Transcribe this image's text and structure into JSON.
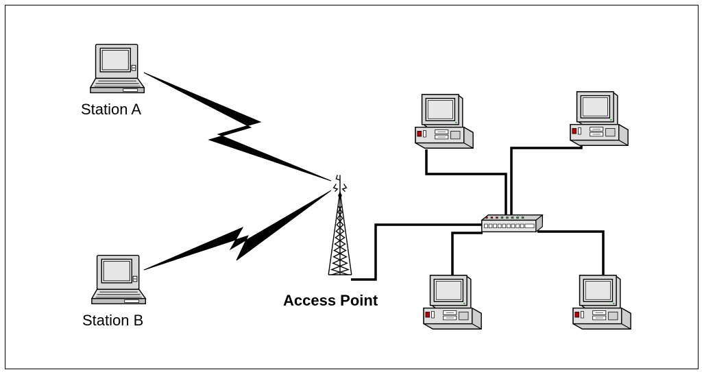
{
  "diagram": {
    "labels": {
      "station_a": "Station A",
      "station_b": "Station B",
      "access_point": "Access Point"
    },
    "icons": {
      "station_a": "laptop-icon",
      "station_b": "laptop-icon",
      "access_point": "antenna-tower-icon",
      "hub": "network-hub-icon",
      "desktops": [
        "desktop-computer-icon",
        "desktop-computer-icon",
        "desktop-computer-icon",
        "desktop-computer-icon"
      ]
    },
    "connections": [
      {
        "from": "station_a",
        "to": "access_point",
        "type": "wireless"
      },
      {
        "from": "station_b",
        "to": "access_point",
        "type": "wireless"
      },
      {
        "from": "access_point",
        "to": "hub",
        "type": "wired"
      },
      {
        "from": "hub",
        "to": "desktop_top_left",
        "type": "wired"
      },
      {
        "from": "hub",
        "to": "desktop_top_right",
        "type": "wired"
      },
      {
        "from": "hub",
        "to": "desktop_bottom_left",
        "type": "wired"
      },
      {
        "from": "hub",
        "to": "desktop_bottom_right",
        "type": "wired"
      }
    ],
    "colors": {
      "line": "#000000",
      "device_body": "#d9d9d9",
      "screen": "#e6e6e6",
      "led_red": "#c00000",
      "led_green": "#20a020"
    }
  }
}
